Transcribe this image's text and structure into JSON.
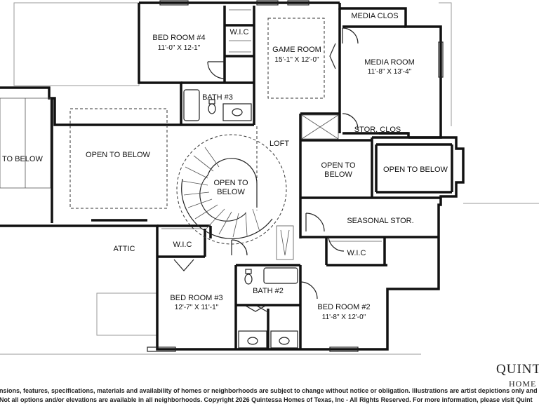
{
  "rooms": {
    "bed4": {
      "name": "BED ROOM #4",
      "dims": "11'-0\" X 12-1\""
    },
    "wic_top": {
      "name": "W.I.C"
    },
    "game": {
      "name": "GAME ROOM",
      "dims": "15'-1\" X 12'-0\""
    },
    "media_clos": {
      "name": "MEDIA CLOS"
    },
    "media": {
      "name": "MEDIA ROOM",
      "dims": "11'-8\" X 13'-4\""
    },
    "bath3": {
      "name": "BATH #3"
    },
    "open_left_edge": {
      "name": "TO BELOW"
    },
    "open_big": {
      "name": "OPEN TO BELOW"
    },
    "loft": {
      "name": "LOFT"
    },
    "stor_clos": {
      "name": "STOR. CLOS"
    },
    "open_stair_1": {
      "name": "OPEN TO"
    },
    "open_stair_2": {
      "name": "BELOW"
    },
    "open_mid_1": {
      "name": "OPEN TO"
    },
    "open_mid_2": {
      "name": "BELOW"
    },
    "open_right": {
      "name": "OPEN TO BELOW"
    },
    "seasonal": {
      "name": "SEASONAL STOR."
    },
    "attic": {
      "name": "ATTIC"
    },
    "wic_left": {
      "name": "W.I.C"
    },
    "wic_right": {
      "name": "W.I.C"
    },
    "bed3": {
      "name": "BED ROOM #3",
      "dims": "12'-7\" X 11'-1\""
    },
    "bath2": {
      "name": "BATH #2"
    },
    "bed2": {
      "name": "BED ROOM #2",
      "dims": "11'-8\" X 12'-0\""
    }
  },
  "brand": {
    "name": "QUINT",
    "sub": "HOME"
  },
  "disclaimer": {
    "line1": "ensions, features, specifications, materials and availability of homes or neighborhoods are subject to change without notice or obligation. Illustrations are artist depictions only and m",
    "line2": ". Not all options and/or elevations are available in all neighborhoods. Copyright 2026 Quintessa Homes of Texas, Inc - All Rights Reserved. For more information, please visit Quint"
  }
}
